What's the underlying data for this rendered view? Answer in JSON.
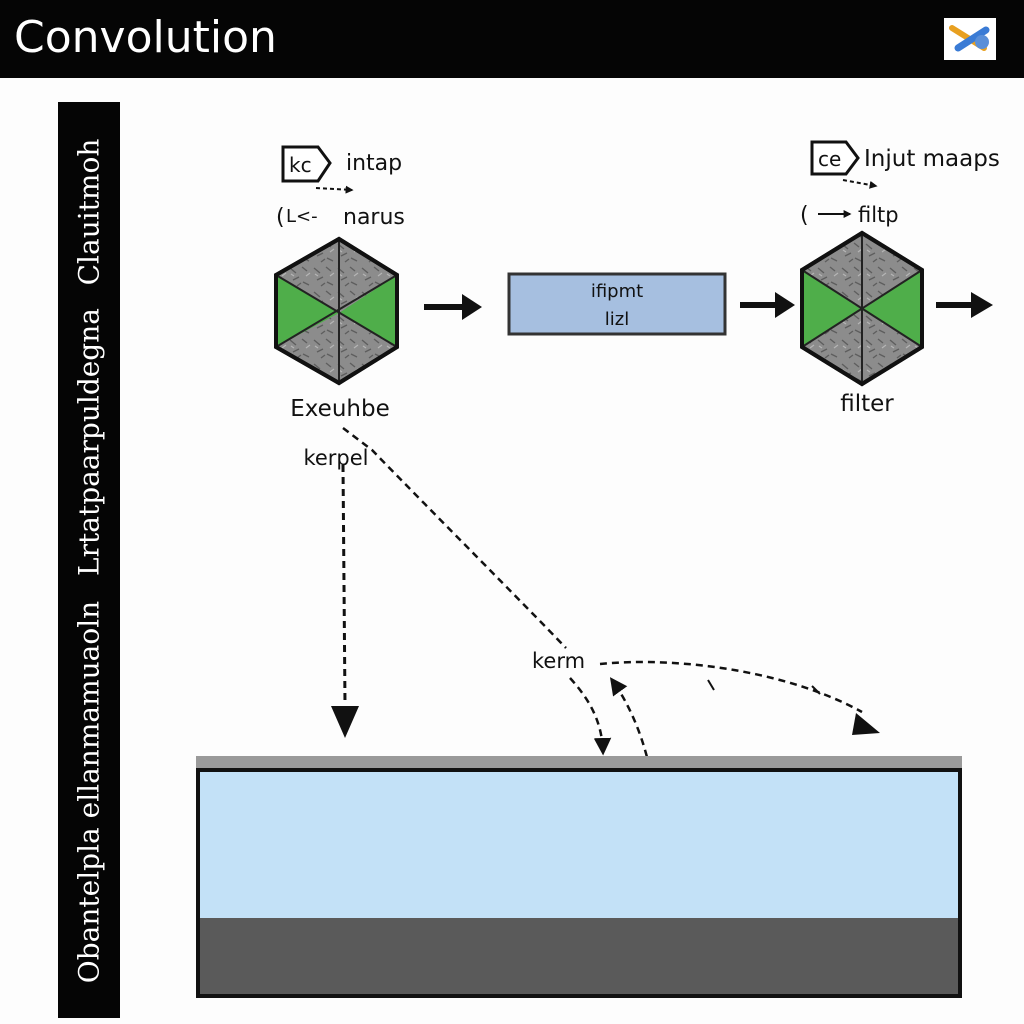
{
  "header": {
    "title": "Convolution"
  },
  "sidebar": {
    "texts": [
      "Clauitmoh",
      "Lrtatpaarpuldegna",
      "Obantelpla ellanmamuaoln"
    ]
  },
  "diagram": {
    "left_block": {
      "tag": "kc",
      "title": "intap",
      "subtitle": "narus",
      "caption": "Exeuhbe"
    },
    "middle_box": {
      "line1": "ifipmt",
      "line2": "lizl"
    },
    "right_block": {
      "tag": "ce",
      "title": "Injut maaps",
      "subtitle": "filtp",
      "caption": "filter"
    },
    "kernel_label": "kerpel",
    "term_label": "kerm",
    "colors": {
      "hex_gray": "#8a8a8a",
      "hex_green": "#4fae4a",
      "box_blue": "#a6bfe0",
      "plate_blue": "#c3e1f7",
      "plate_dark": "#5a5a5a"
    }
  }
}
